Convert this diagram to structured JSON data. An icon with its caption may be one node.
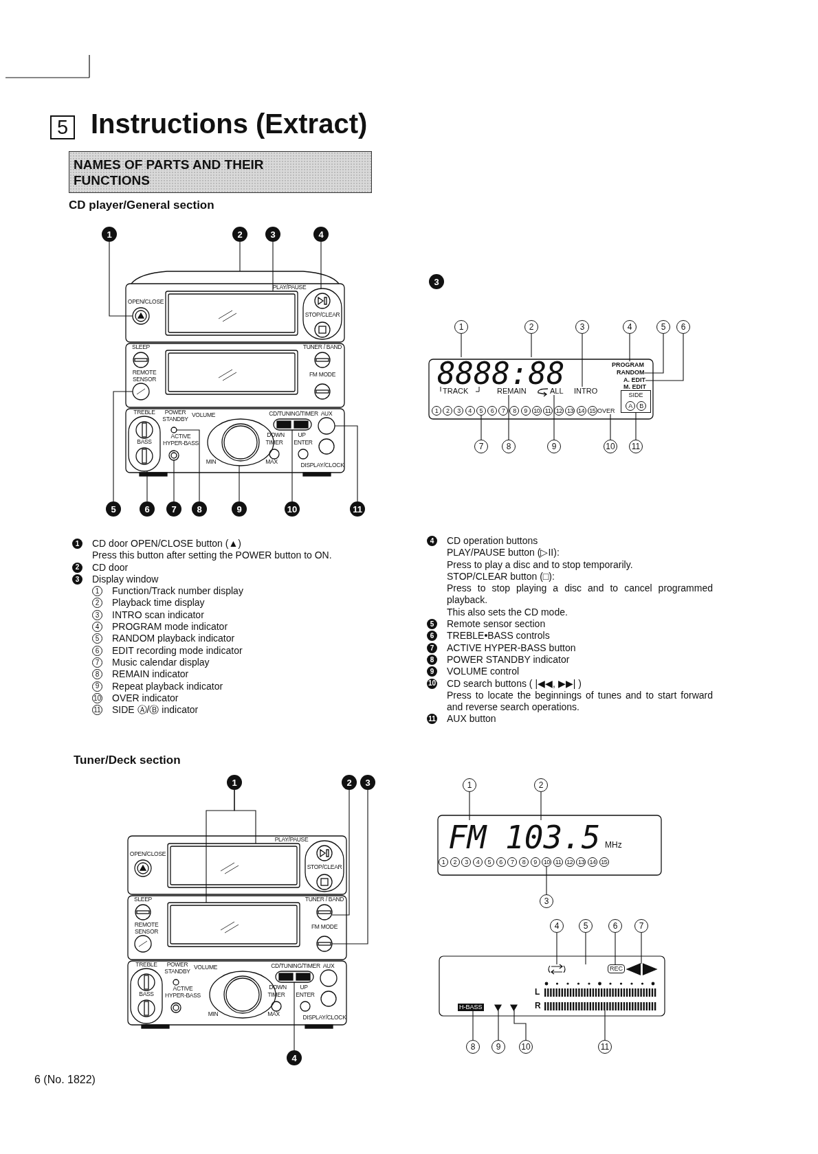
{
  "diagram": {
    "title": "Instructions (Extract)",
    "nodes": [
      {
        "text": [
          "1"
        ]
      },
      {
        "text": [
          "2"
        ]
      },
      {
        "text": [
          "3"
        ]
      },
      {
        "text": [
          "4"
        ]
      },
      {
        "text": [
          "5"
        ]
      },
      {
        "text": [
          "6"
        ]
      },
      {
        "text": [
          "7"
        ]
      },
      {
        "text": [
          "8"
        ]
      },
      {
        "text": [
          "9"
        ]
      },
      {
        "text": [
          "10"
        ]
      },
      {
        "text": [
          "11"
        ]
      },
      {
        "text": [
          "1"
        ]
      },
      {
        "text": [
          "2"
        ]
      },
      {
        "text": [
          "3"
        ]
      },
      {
        "text": [
          "4"
        ]
      },
      {
        "text": [
          "5"
        ]
      },
      {
        "text": [
          "6"
        ]
      },
      {
        "text": [
          "7"
        ]
      },
      {
        "text": [
          "8"
        ]
      },
      {
        "text": [
          "9"
        ]
      },
      {
        "text": [
          "10"
        ]
      },
      {
        "text": [
          "11"
        ]
      },
      {
        "text": [
          "1"
        ]
      },
      {
        "text": [
          "2"
        ]
      },
      {
        "text": [
          "3"
        ]
      },
      {
        "text": [
          "4"
        ]
      },
      {
        "text": [
          "1"
        ]
      },
      {
        "text": [
          "2"
        ]
      },
      {
        "text": [
          "3"
        ]
      },
      {
        "text": [
          "4"
        ]
      },
      {
        "text": [
          "5"
        ]
      },
      {
        "text": [
          "6"
        ]
      },
      {
        "text": [
          "7"
        ]
      },
      {
        "text": [
          "8"
        ]
      },
      {
        "text": [
          "9"
        ]
      },
      {
        "text": [
          "10"
        ]
      },
      {
        "text": [
          "11"
        ]
      },
      {
        "text": [
          "3"
        ]
      },
      {
        "text": [],
        "shape": "circle"
      },
      {
        "text": [],
        "shape": "box"
      },
      {
        "text": [],
        "shape": "box"
      },
      {
        "text": [],
        "shape": "box"
      },
      {
        "text": [],
        "shape": "circle"
      },
      {
        "text": [],
        "shape": "box"
      },
      {
        "text": [],
        "shape": "circle"
      },
      {
        "text": [],
        "shape": "circle"
      },
      {
        "text": [],
        "shape": "circle"
      },
      {
        "text": [],
        "shape": "box"
      },
      {
        "text": [],
        "shape": "circle"
      },
      {
        "text": [
          "8888:88"
        ]
      },
      {
        "text": [
          "INTRO"
        ]
      },
      {
        "text": [
          "PROGRAM"
        ]
      },
      {
        "text": [
          "RANDOM"
        ]
      },
      {
        "text": [
          "A. EDIT"
        ]
      },
      {
        "text": [
          "5"
        ]
      },
      {
        "text": [
          "REMAIN"
        ]
      },
      {
        "text": [
          "ALL"
        ]
      },
      {
        "text": [
          "OVER"
        ]
      },
      {
        "text": [
          "SIDE",
          "A",
          "B"
        ]
      },
      {
        "text": [],
        "shape": "box"
      },
      {
        "text": [],
        "shape": "box"
      },
      {
        "text": [],
        "shape": "circle"
      },
      {
        "text": [],
        "shape": "circle"
      },
      {
        "text": [],
        "shape": "box"
      },
      {
        "text": [
          "FM 103.5"
        ]
      },
      {
        "text": [
          "10"
        ]
      },
      {
        "text": [],
        "shape": "arrow"
      },
      {
        "text": [
          "REC"
        ]
      },
      {
        "text": [],
        "shape": "triangle"
      },
      {
        "text": [
          "H-BASS"
        ]
      },
      {
        "text": [],
        "shape": "triangle"
      },
      {
        "text": [],
        "shape": "triangle"
      },
      {
        "text": [],
        "shape": "bar"
      },
      {
        "text": [],
        "shape": "box"
      },
      {
        "text": [],
        "shape": "circle"
      },
      {
        "text": [],
        "shape": "circle"
      },
      {
        "text": [],
        "shape": "circle"
      },
      {
        "text": [],
        "shape": "circle"
      },
      {
        "text": [],
        "shape": "circle"
      },
      {
        "text": [],
        "shape": "box"
      },
      {
        "text": [],
        "shape": "circle"
      },
      {
        "text": [],
        "shape": "circle"
      },
      {
        "text": [],
        "shape": "box"
      },
      {
        "text": [],
        "shape": "circle"
      },
      {
        "text": [],
        "shape": "circle"
      },
      {
        "text": [],
        "shape": "circle"
      }
    ],
    "edges": [
      {
        "from": 0,
        "to": 38,
        "arrow": "none"
      },
      {
        "from": 1,
        "to": 39,
        "arrow": "none"
      },
      {
        "from": 2,
        "to": 40,
        "arrow": "none"
      },
      {
        "from": 3,
        "to": 41,
        "arrow": "none"
      },
      {
        "from": 4,
        "to": 42,
        "arrow": "none"
      },
      {
        "from": 5,
        "to": 43,
        "arrow": "none"
      },
      {
        "from": 6,
        "to": 44,
        "arrow": "none"
      },
      {
        "from": 7,
        "to": 45,
        "arrow": "none"
      },
      {
        "from": 8,
        "to": 46,
        "arrow": "none"
      },
      {
        "from": 9,
        "to": 47,
        "arrow": "none"
      },
      {
        "from": 10,
        "to": 48,
        "arrow": "none"
      },
      {
        "from": 11,
        "to": 49,
        "arrow": "none"
      },
      {
        "from": 12,
        "to": 49,
        "arrow": "none"
      },
      {
        "from": 13,
        "to": 50,
        "arrow": "none"
      },
      {
        "from": 14,
        "to": 51,
        "arrow": "none"
      },
      {
        "from": 15,
        "to": 52,
        "arrow": "none"
      },
      {
        "from": 16,
        "to": 53,
        "arrow": "none"
      },
      {
        "from": 17,
        "to": 54,
        "arrow": "none"
      },
      {
        "from": 18,
        "to": 55,
        "arrow": "none"
      },
      {
        "from": 19,
        "to": 56,
        "arrow": "none"
      },
      {
        "from": 20,
        "to": 57,
        "arrow": "none"
      },
      {
        "from": 21,
        "to": 58,
        "arrow": "none"
      },
      {
        "from": 22,
        "to": 59,
        "arrow": "none"
      },
      {
        "from": 22,
        "to": 60,
        "arrow": "none"
      },
      {
        "from": 23,
        "to": 61,
        "arrow": "none"
      },
      {
        "from": 24,
        "to": 62,
        "arrow": "none"
      },
      {
        "from": 25,
        "to": 63,
        "arrow": "none"
      },
      {
        "from": 26,
        "to": 64,
        "arrow": "none"
      },
      {
        "from": 27,
        "to": 64,
        "arrow": "none"
      },
      {
        "from": 28,
        "to": 65,
        "arrow": "none"
      },
      {
        "from": 29,
        "to": 66,
        "arrow": "none"
      },
      {
        "from": 30,
        "to": null,
        "arrow": "none"
      },
      {
        "from": 31,
        "to": 67,
        "arrow": "none"
      },
      {
        "from": 32,
        "to": 68,
        "arrow": "none"
      },
      {
        "from": 33,
        "to": 69,
        "arrow": "none"
      },
      {
        "from": 34,
        "to": 70,
        "arrow": "none"
      },
      {
        "from": 35,
        "to": 71,
        "arrow": "none"
      },
      {
        "from": 36,
        "to": 72,
        "arrow": "none"
      }
    ],
    "labels": [
      "5",
      "NAMES OF PARTS AND THEIR FUNCTIONS",
      "CD player/General section",
      "OPEN/CLOSE",
      "PLAY/PAUSE",
      "STOP/CLEAR",
      "SLEEP",
      "TUNER / BAND",
      "REMOTE SENSOR",
      "FM MODE",
      "TREBLE",
      "BASS",
      "POWER STANDBY",
      "ACTIVE HYPER-BASS",
      "VOLUME",
      "CD/TUNING/TIMER",
      "AUX",
      "DOWN",
      "UP",
      "TIMER",
      "ENTER",
      "MIN",
      "MAX",
      "DISPLAY/CLOCK",
      "M. EDIT",
      "TRACK",
      "1",
      "2",
      "3",
      "4",
      "6",
      "7",
      "8",
      "9",
      "10",
      "11",
      "12",
      "13",
      "14",
      "15",
      "1",
      "CD door OPEN/CLOSE button (▲)",
      "Press this button after setting the POWER button to ON.",
      "2",
      "CD door",
      "3",
      "Display window",
      "1",
      "Function/Track number display",
      "2",
      "Playback time display",
      "3",
      "INTRO scan indicator",
      "4",
      "PROGRAM mode indicator",
      "5",
      "RANDOM playback indicator",
      "6",
      "EDIT recording mode indicator",
      "7",
      "Music calendar display",
      "8",
      "REMAIN indicator",
      "9",
      "Repeat playback indicator",
      "10",
      "OVER indicator",
      "11",
      "SIDE Ⓐ/Ⓑ indicator",
      "4",
      "CD operation buttons",
      "PLAY/PAUSE button (▷II):",
      "Press to play a disc and to stop temporarily.",
      "STOP/CLEAR button (□):",
      "Press to stop playing a disc and to cancel programmed playback.",
      "This also sets the CD mode.",
      "5",
      "Remote sensor section",
      "6",
      "TREBLE•BASS controls",
      "7",
      "ACTIVE HYPER-BASS button",
      "8",
      "POWER STANDBY indicator",
      "9",
      "VOLUME control",
      "10",
      "CD search buttons ( |◀◀, ▶▶| )",
      "Press to locate the beginnings of tunes and to start forward and reverse search operations.",
      "11",
      "AUX button",
      "Tuner/Deck section",
      "OPEN/CLOSE",
      "PLAY/PAUSE",
      "STOP/CLEAR",
      "SLEEP",
      "TUNER / BAND",
      "REMOTE SENSOR",
      "FM MODE",
      "TREBLE",
      "BASS",
      "POWER STANDBY",
      "ACTIVE HYPER-BASS",
      "VOLUME",
      "CD/TUNING/TIMER",
      "AUX",
      "DOWN",
      "UP",
      "TIMER",
      "ENTER",
      "MIN",
      "MAX",
      "DISPLAY/CLOCK",
      "MHz",
      "1",
      "2",
      "3",
      "4",
      "5",
      "6",
      "7",
      "8",
      "9",
      "11",
      "12",
      "13",
      "14",
      "15",
      "L",
      "R",
      "6 (No. 1822)"
    ]
  }
}
